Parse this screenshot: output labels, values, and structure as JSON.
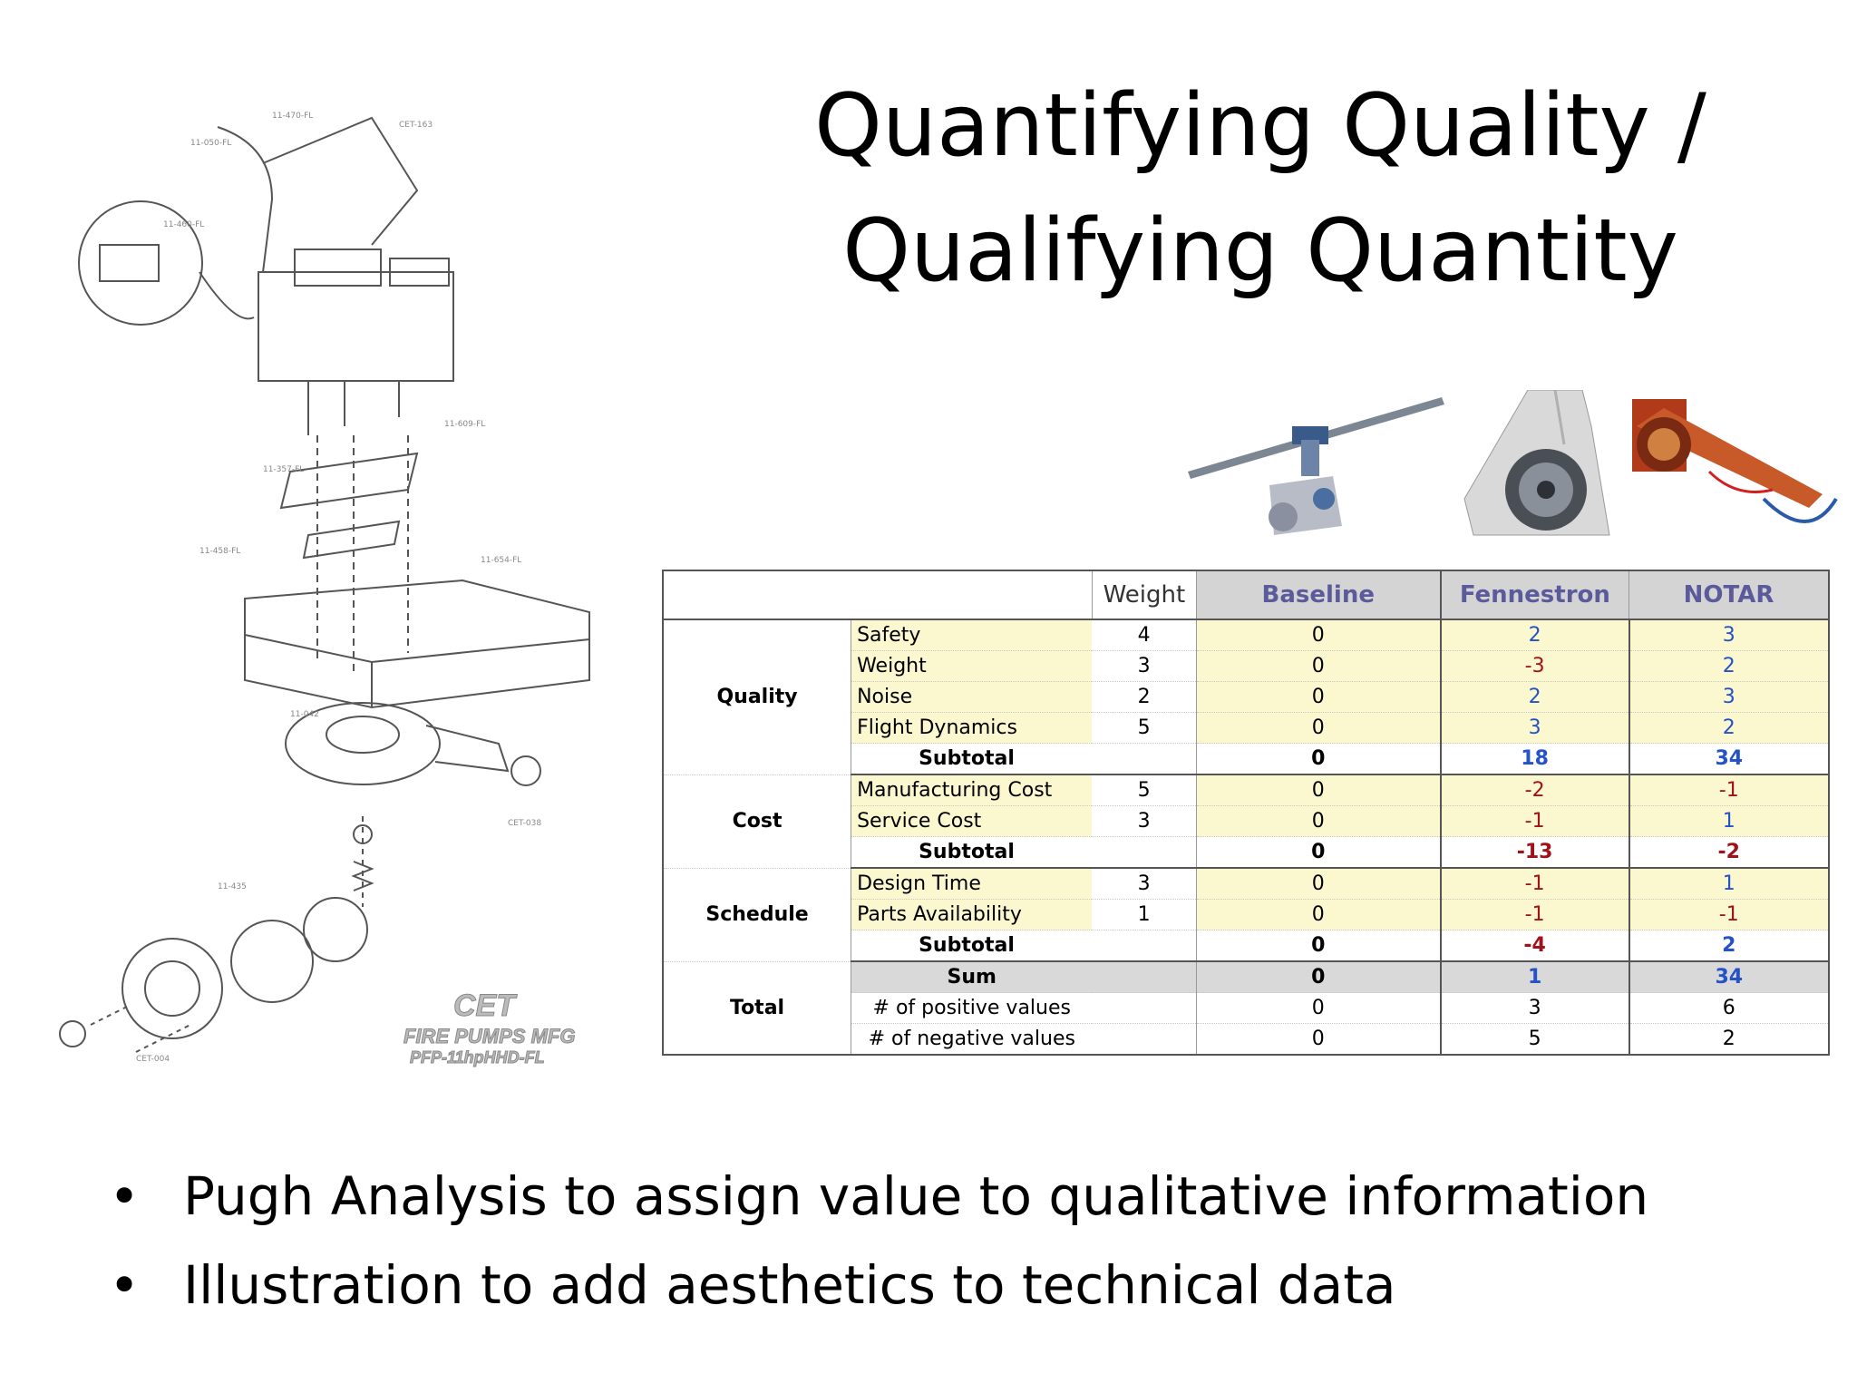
{
  "title": {
    "line1": "Quantifying Quality /",
    "line2": "Qualifying Quantity"
  },
  "diagram": {
    "logo": "CET",
    "caption1": "FIRE PUMPS MFG",
    "caption2": "PFP-11hpHHD-FL"
  },
  "table": {
    "headers": {
      "weight": "Weight",
      "baseline": "Baseline",
      "fennestron": "Fennestron",
      "notar": "NOTAR"
    },
    "quality": {
      "label": "Quality",
      "rows": [
        {
          "name": "Safety",
          "weight": "4",
          "baseline": "0",
          "fennestron": "2",
          "notar": "3"
        },
        {
          "name": "Weight",
          "weight": "3",
          "baseline": "0",
          "fennestron": "-3",
          "notar": "2"
        },
        {
          "name": "Noise",
          "weight": "2",
          "baseline": "0",
          "fennestron": "2",
          "notar": "3"
        },
        {
          "name": "Flight Dynamics",
          "weight": "5",
          "baseline": "0",
          "fennestron": "3",
          "notar": "2"
        }
      ],
      "subtotal": {
        "label": "Subtotal",
        "baseline": "0",
        "fennestron": "18",
        "notar": "34"
      }
    },
    "cost": {
      "label": "Cost",
      "rows": [
        {
          "name": "Manufacturing Cost",
          "weight": "5",
          "baseline": "0",
          "fennestron": "-2",
          "notar": "-1"
        },
        {
          "name": "Service Cost",
          "weight": "3",
          "baseline": "0",
          "fennestron": "-1",
          "notar": "1"
        }
      ],
      "subtotal": {
        "label": "Subtotal",
        "baseline": "0",
        "fennestron": "-13",
        "notar": "-2"
      }
    },
    "schedule": {
      "label": "Schedule",
      "rows": [
        {
          "name": "Design Time",
          "weight": "3",
          "baseline": "0",
          "fennestron": "-1",
          "notar": "1"
        },
        {
          "name": "Parts Availability",
          "weight": "1",
          "baseline": "0",
          "fennestron": "-1",
          "notar": "-1"
        }
      ],
      "subtotal": {
        "label": "Subtotal",
        "baseline": "0",
        "fennestron": "-4",
        "notar": "2"
      }
    },
    "total": {
      "label": "Total",
      "sum": {
        "label": "Sum",
        "baseline": "0",
        "fennestron": "1",
        "notar": "34"
      },
      "positive": {
        "label": "# of positive values",
        "baseline": "0",
        "fennestron": "3",
        "notar": "6"
      },
      "negative": {
        "label": "# of negative values",
        "baseline": "0",
        "fennestron": "5",
        "notar": "2"
      }
    }
  },
  "bullets": [
    "Pugh Analysis to assign value to qualitative information",
    "Illustration to add aesthetics to technical data"
  ]
}
